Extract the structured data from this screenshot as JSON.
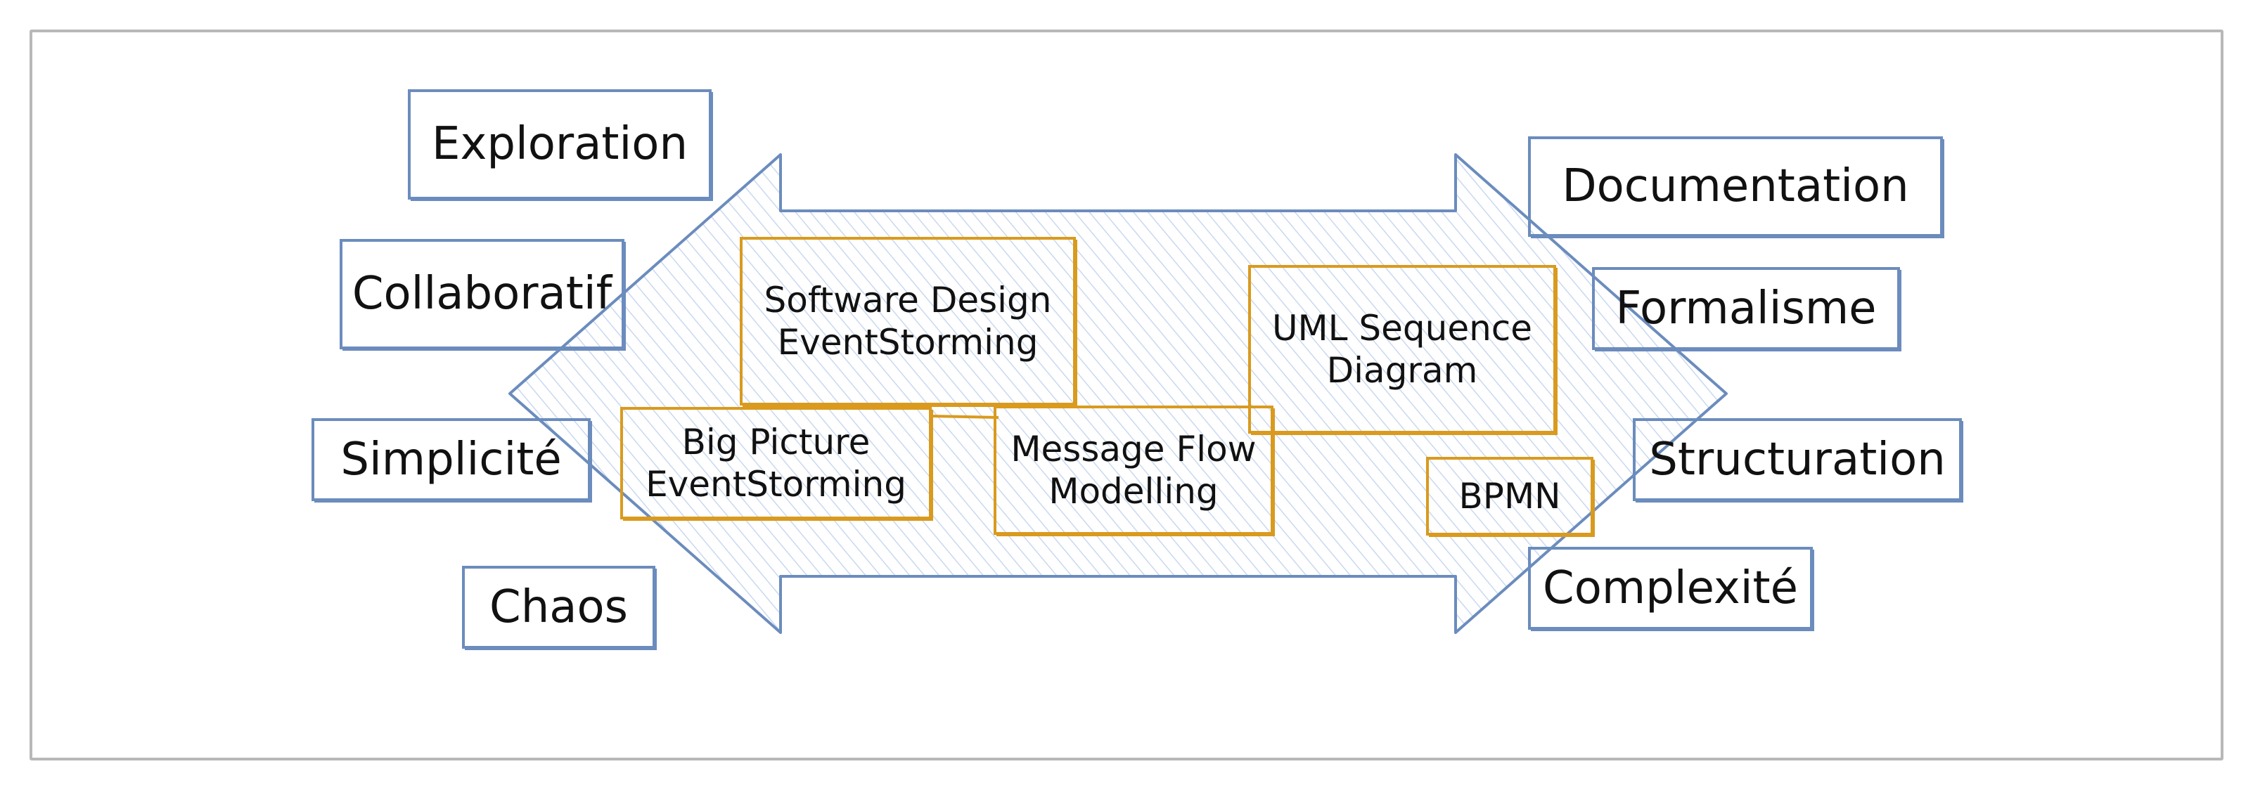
{
  "colors": {
    "frame": "#b8b8b8",
    "arrow_stroke": "#6b8cbd",
    "arrow_hatch": "#c9d8f0",
    "blue_box": "#6b8cbd",
    "gold_box": "#d99a1e",
    "text": "#111111"
  },
  "left_labels": [
    "Exploration",
    "Collaboratif",
    "Simplicité",
    "Chaos"
  ],
  "right_labels": [
    "Documentation",
    "Formalisme",
    "Structuration",
    "Complexité"
  ],
  "methods": {
    "software_design": "Software Design\nEventStorming",
    "big_picture": "Big Picture\nEventStorming",
    "message_flow": "Message Flow\nModelling",
    "uml_sequence": "UML Sequence\nDiagram",
    "bpmn": "BPMN"
  }
}
